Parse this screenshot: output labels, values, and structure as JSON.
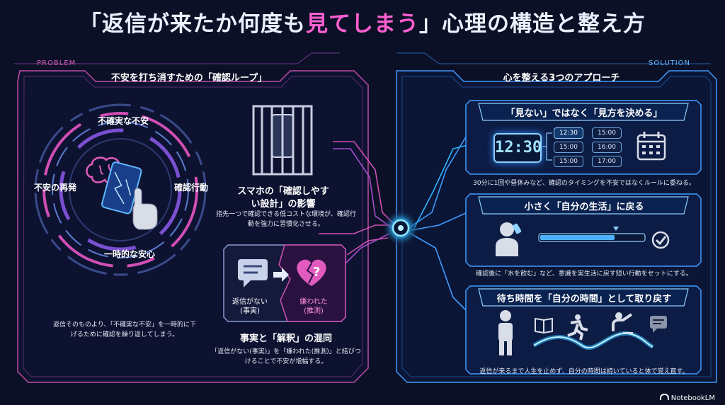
{
  "title": {
    "pre": "「返信が来たか何度も",
    "highlight": "見てしまう",
    "post": "」心理の構造と整え方"
  },
  "tags": {
    "problem": "PROBLEM",
    "solution": "SOLUTION"
  },
  "problem": {
    "section_title": "不安を打ち消すための「確認ループ」",
    "cycle": {
      "top": "不確実な不安",
      "right": "確認行動",
      "bottom": "一時的な安心",
      "left": "不安の再発"
    },
    "cycle_caption": "返信そのものより、「不確実な不安」を一時的に下げるために確認を繰り返してしまう。",
    "smartphone": {
      "heading": "スマホの「確認しやすい設計」の影響",
      "caption": "指先一つで確認できる低コストな環境が、確認行動を強力に習慣化させる。"
    },
    "confusion": {
      "fact_label": "返信がない(事実)",
      "interp_label": "嫌われた(推測)",
      "heading": "事実と「解釈」の混同",
      "caption": "「返信がない(事実)」を「嫌われた(推測)」と結びつけることで不安が増幅する。"
    }
  },
  "solution": {
    "section_title": "心を整える3つのアプローチ",
    "cards": [
      {
        "title": "「見ない」ではなく「見方を決める」",
        "caption": "30分に1回や昼休みなど、確認のタイミングを不安ではなくルールに委ねる。"
      },
      {
        "title": "小さく「自分の生活」に戻る",
        "caption": "確認後に「水を飲む」など、意識を実生活に戻す短い行動をセットにする。"
      },
      {
        "title": "待ち時間を「自分の時間」として取り戻す",
        "caption": "返信が来るまで人生を止めず、自分の時間は続いていると体で覚え直す。"
      }
    ],
    "clock": "12:30",
    "schedule": [
      "12:30",
      "15:00",
      "15:00",
      "16:00",
      "15:00",
      "17:00"
    ],
    "progress": 0.72
  },
  "footer": "NotebookLM",
  "colors": {
    "problem": "#e05bbd",
    "solution": "#3f9bff",
    "background": "#0b1026"
  }
}
